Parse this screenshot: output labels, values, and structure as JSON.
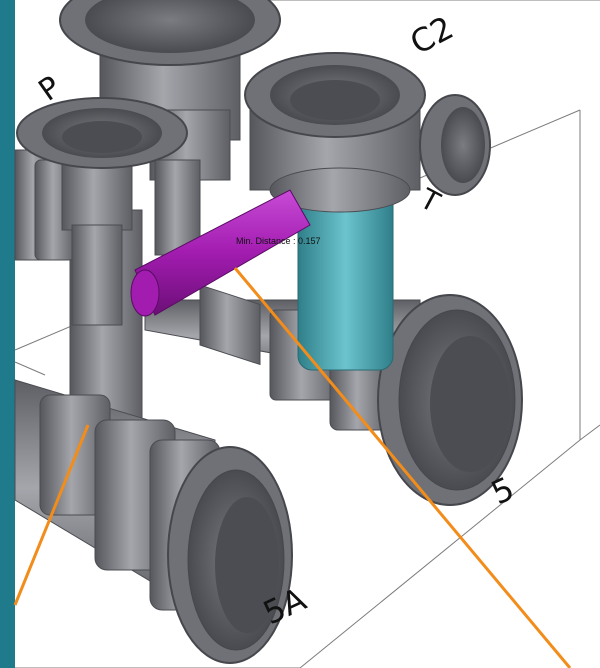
{
  "annotation": {
    "measurement_text": "Min. Distance : 0.157"
  },
  "port_labels": {
    "p": "P",
    "c2": "C2",
    "t": "T",
    "five": "5",
    "five_a": "5A"
  },
  "colors": {
    "frame": "#1f7a8c",
    "pipe_gray": "#86888d",
    "pipe_dark": "#5b5d62",
    "highlight_purple": "#a21cb0",
    "highlight_cyan": "#4aa7b2",
    "callout_orange": "#f28c1a"
  }
}
